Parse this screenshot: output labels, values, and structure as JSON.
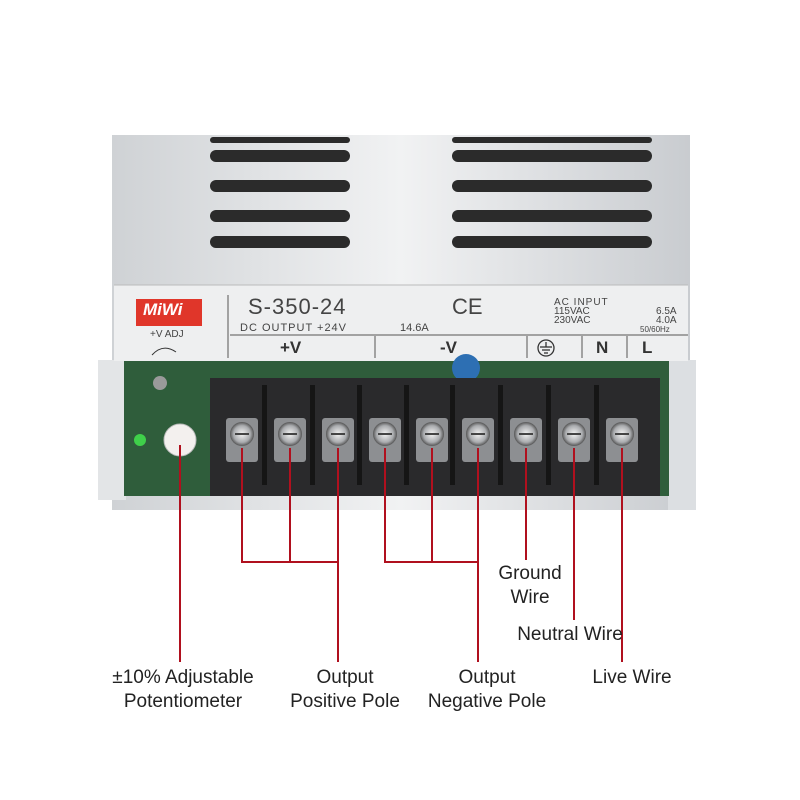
{
  "product": {
    "brand": "MiWi",
    "model": "S-350-24",
    "certification": "CE",
    "dc_output": "DC OUTPUT +24V",
    "dc_current": "14.6A",
    "adj_label": "+V ADJ",
    "ac_input": "AC INPUT",
    "ac_115": "115VAC",
    "ac_115_current": "6.5A",
    "ac_230": "230VAC",
    "ac_230_current": "4.0A",
    "frequency": "50/60Hz",
    "terminals": {
      "pos": "+V",
      "neg": "-V",
      "n": "N",
      "l": "L"
    }
  },
  "annotations": {
    "potentiometer": [
      "±10% Adjustable",
      "Potentiometer"
    ],
    "positive": [
      "Output",
      "Positive Pole"
    ],
    "negative": [
      "Output",
      "Negative Pole"
    ],
    "ground": [
      "Ground",
      "Wire"
    ],
    "neutral": "Neutral Wire",
    "live": "Live Wire"
  },
  "colors": {
    "leader": "#b0101e",
    "logo": "#e0362a",
    "terminal": "#2a2a2c"
  }
}
